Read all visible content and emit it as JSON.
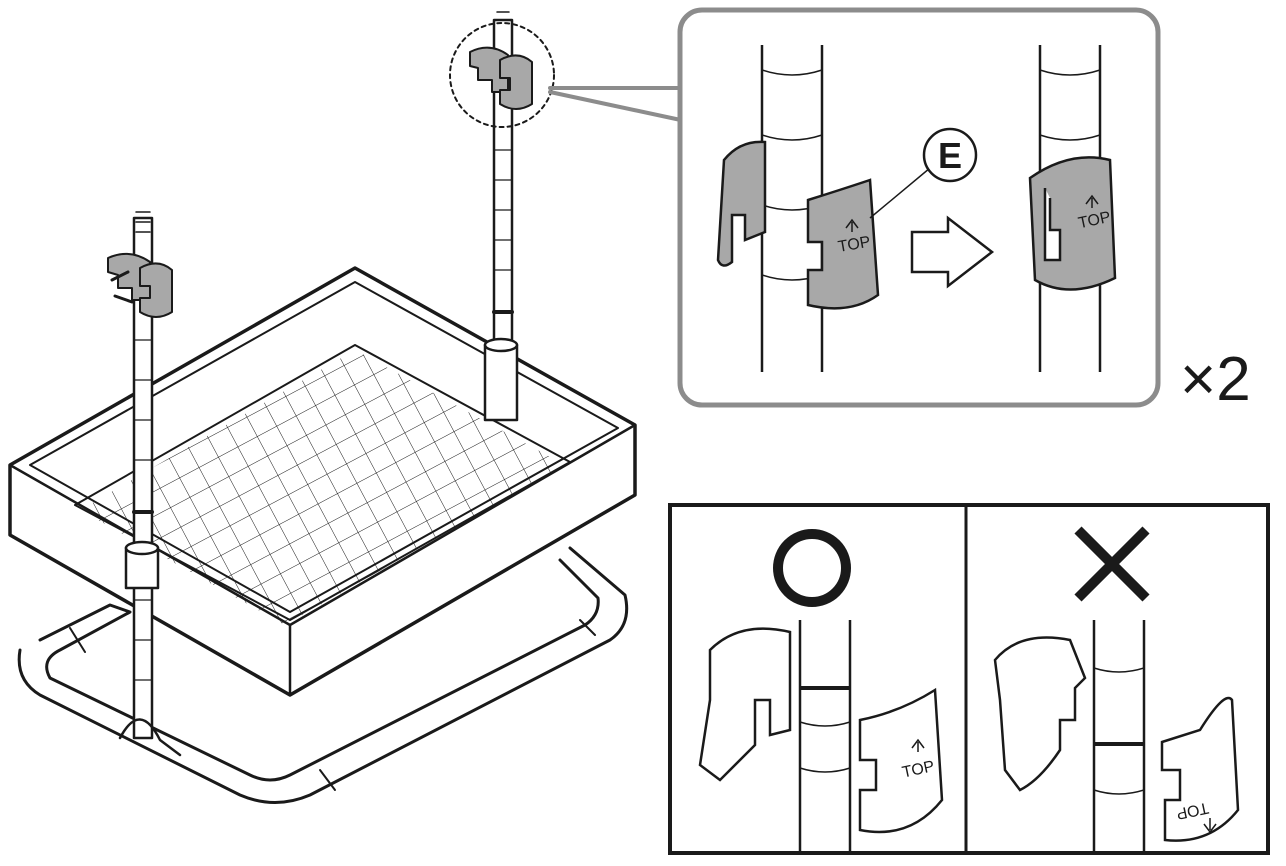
{
  "callout": {
    "part_letter": "E"
  },
  "clip_label": "TOP",
  "multiplier": "×2",
  "comparison": {
    "correct_mark": "correct-circle-mark",
    "incorrect_mark": "incorrect-cross-mark"
  },
  "colors": {
    "line": "#1a1a1a",
    "clip_fill": "#a8a8a8",
    "callout_border": "#8c8c8c",
    "paper": "#ffffff"
  }
}
